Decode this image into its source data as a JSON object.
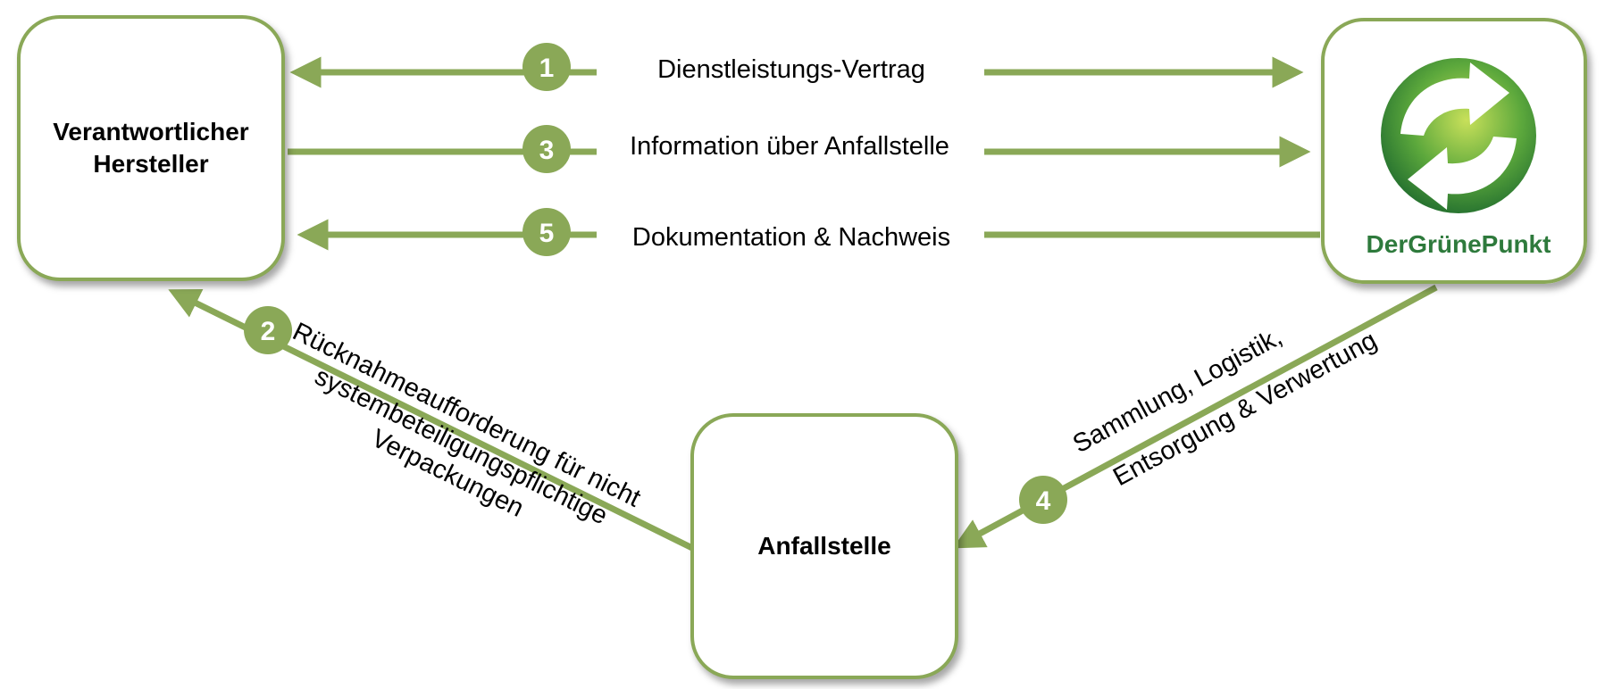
{
  "nodes": {
    "producer": "Verantwortlicher\nHersteller",
    "site": "Anfallstelle"
  },
  "logo": {
    "text": "DerGrünePunkt"
  },
  "flows": [
    {
      "number": "1",
      "label": "Dienstleistungs-Vertrag"
    },
    {
      "number": "2",
      "lines": [
        "Rücknahmeaufforderung für nicht",
        "systembeteiligungspflichtige",
        "Verpackungen"
      ]
    },
    {
      "number": "3",
      "label": "Information über Anfallstelle"
    },
    {
      "number": "4",
      "lines": [
        "Sammlung, Logistik,",
        "Entsorgung & Verwertung"
      ]
    },
    {
      "number": "5",
      "label": "Dokumentation & Nachweis"
    }
  ],
  "colors": {
    "accent": "#8aa857",
    "logo_green": "#2e7a3c",
    "logo_light": "#a8d04a"
  }
}
